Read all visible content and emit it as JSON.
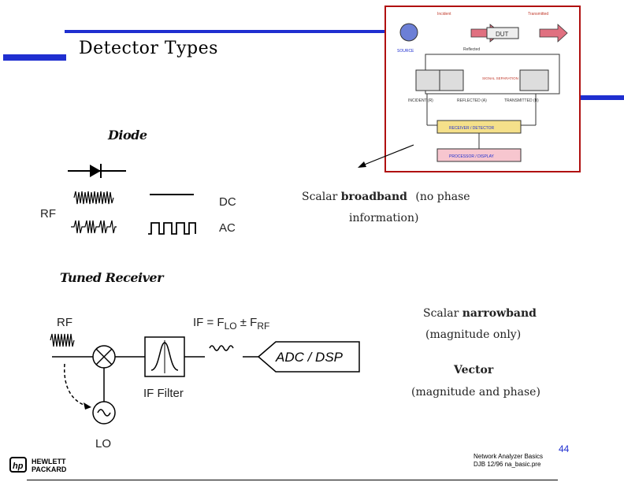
{
  "slide": {
    "title": "Detector Types",
    "page_number": "44"
  },
  "inset": {
    "incident": "Incident",
    "transmitted": "Transmitted",
    "reflected": "Reflected",
    "source": "SOURCE",
    "dut": "DUT",
    "signal_separation": "SIGNAL SEPARATION",
    "incident_r": "INCIDENT (R)",
    "reflected_a": "REFLECTED (A)",
    "transmitted_b": "TRANSMITTED (B)",
    "receiver_detector": "RECEIVER / DETECTOR",
    "processor_display": "PROCESSOR / DISPLAY"
  },
  "diode": {
    "heading": "Diode",
    "rf_label": "RF",
    "dc_label": "DC",
    "ac_label": "AC",
    "desc_prefix": "Scalar ",
    "desc_bold": "broadband",
    "desc_suffix": " (no phase",
    "desc_line2": "information)"
  },
  "tuned": {
    "heading": "Tuned Receiver",
    "rf_label": "RF",
    "if_label": "IF = F",
    "if_sub1": "LO",
    "if_pm": " ± F",
    "if_sub2": "RF",
    "adc_label": "ADC / DSP",
    "if_filter_label": "IF Filter",
    "lo_label": "LO",
    "narrow_prefix": "Scalar ",
    "narrow_bold": "narrowband",
    "narrow_line2": "(magnitude only)",
    "vector_title": "Vector",
    "vector_line2": "(magnitude and phase)"
  },
  "footer": {
    "brand_line1": "HEWLETT",
    "brand_line2": "PACKARD",
    "course": "Network Analyzer Basics",
    "doc": "DJB   12/96  na_basic.pre"
  },
  "colors": {
    "accent_blue": "#1f2fd0",
    "inset_border": "#b01010",
    "receiver_fill": "#f5e08a",
    "processor_fill": "#f7c6cf"
  }
}
